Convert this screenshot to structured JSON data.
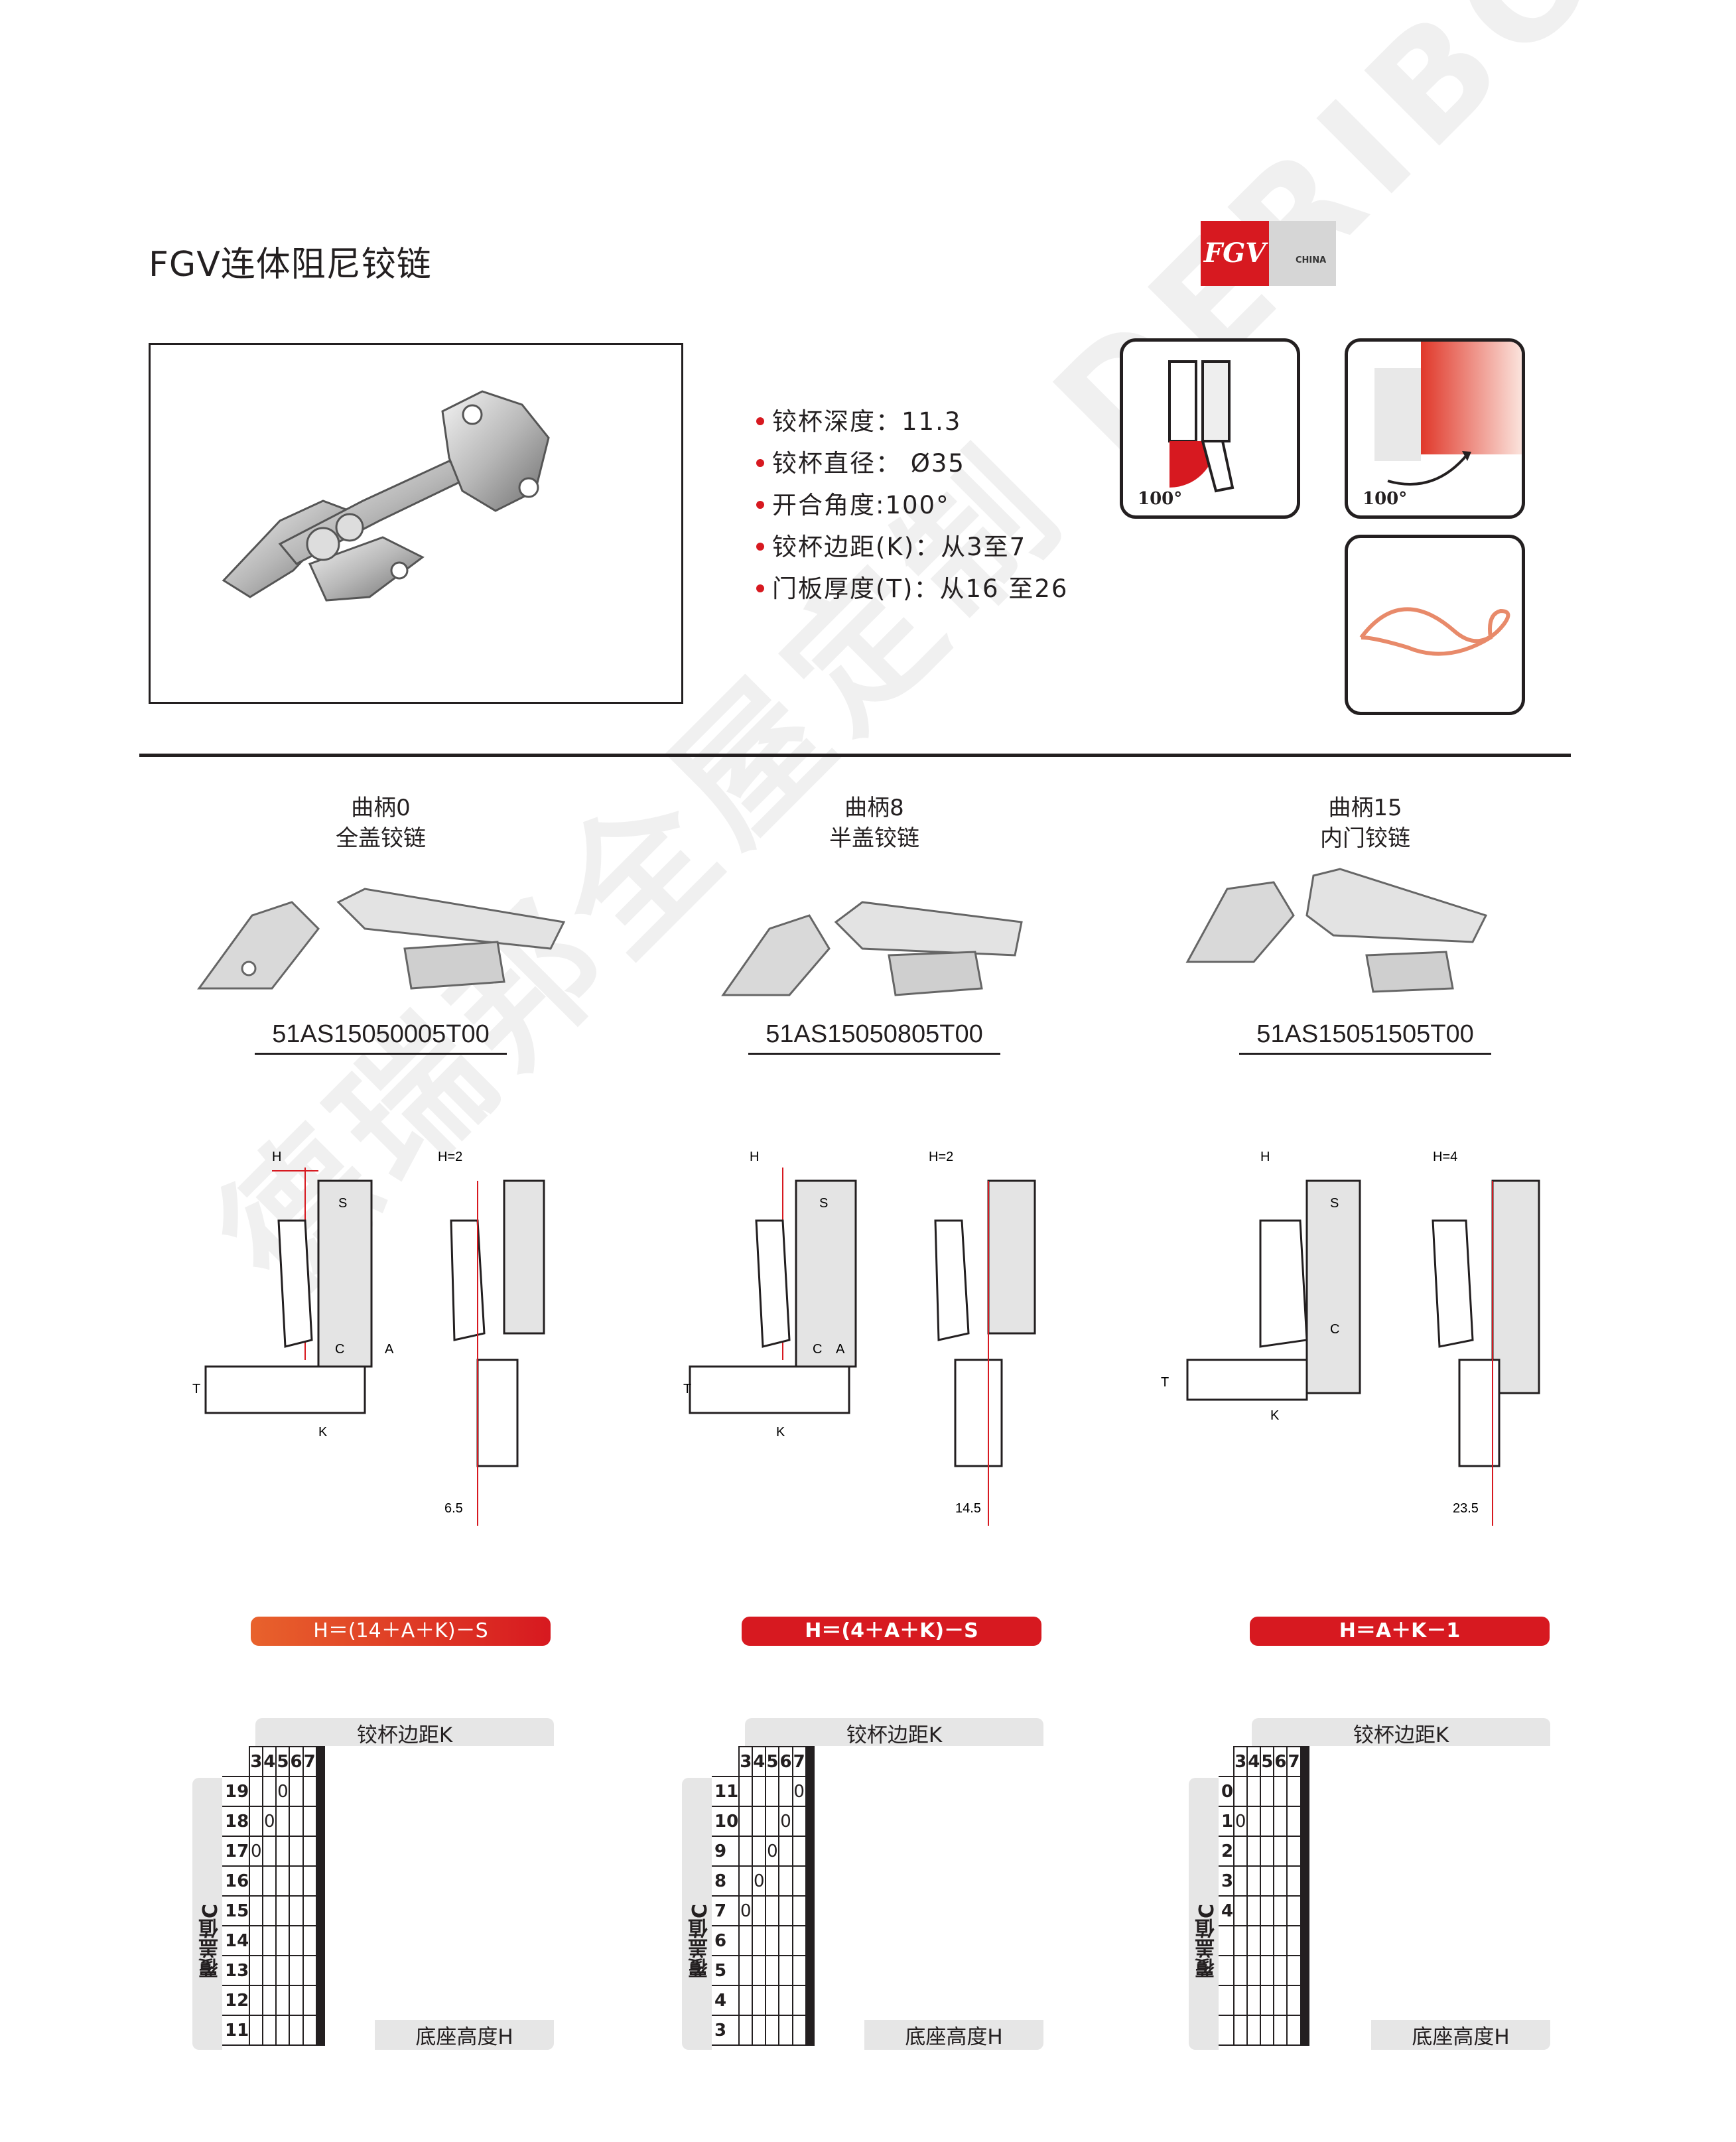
{
  "title": "FGV连体阻尼铰链",
  "logo": {
    "mark": "FGV",
    "country": "CHINA",
    "brand_color": "#d71920"
  },
  "specs": [
    "铰杯深度：11.3",
    "铰杯直径：  Ø35",
    "开合角度:100°",
    "铰杯边距(K)：从3至7",
    "门板厚度(T)：从16 至26"
  ],
  "icons": {
    "angle_label_1": "100°",
    "angle_label_2": "100°"
  },
  "watermark": "德瑞邦全屋定制 DERIBON",
  "products": [
    {
      "crank": "曲柄0",
      "type": "全盖铰链",
      "code": "51AS15050005T00",
      "formula": "H＝(14＋A＋K)－S",
      "diagram": {
        "h_left": "H",
        "h_right": "H=2",
        "dim": "6.5"
      }
    },
    {
      "crank": "曲柄8",
      "type": "半盖铰链",
      "code": "51AS15050805T00",
      "formula": "H＝(4＋A＋K)－S",
      "diagram": {
        "h_left": "H",
        "h_right": "H=2",
        "dim": "14.5"
      }
    },
    {
      "crank": "曲柄15",
      "type": "内门铰链",
      "code": "51AS15051505T00",
      "formula": "H＝A＋K－1",
      "diagram": {
        "h_left": "H",
        "h_right": "H=4",
        "dim": "23.5"
      }
    }
  ],
  "diagram_labels": {
    "s": "S",
    "c": "C",
    "a": "A",
    "t": "T",
    "k": "K"
  },
  "tables": [
    {
      "header": "铰杯边距K",
      "side": "覆盖值C",
      "footer": "底座高度H",
      "cols": [
        "3",
        "4",
        "5",
        "6",
        "7",
        "",
        "",
        "",
        "",
        "",
        ""
      ],
      "rows": [
        {
          "label": "19",
          "cells": [
            "",
            "",
            "0",
            "",
            "",
            "",
            "",
            "",
            "",
            "",
            ""
          ]
        },
        {
          "label": "18",
          "cells": [
            "",
            "0",
            "",
            "",
            "",
            "",
            "",
            "",
            "",
            "",
            ""
          ]
        },
        {
          "label": "17",
          "cells": [
            "0",
            "",
            "",
            "",
            "",
            "",
            "",
            "",
            "",
            "",
            ""
          ]
        },
        {
          "label": "16",
          "cells": [
            "",
            "",
            "",
            "",
            "",
            "",
            "",
            "",
            "",
            "",
            ""
          ]
        },
        {
          "label": "15",
          "cells": [
            "",
            "",
            "",
            "",
            "",
            "",
            "",
            "",
            "",
            "",
            ""
          ]
        },
        {
          "label": "14",
          "cells": [
            "",
            "",
            "",
            "",
            "",
            "",
            "",
            "",
            "",
            "",
            ""
          ]
        },
        {
          "label": "13",
          "cells": [
            "",
            "",
            "",
            "",
            "",
            "",
            "",
            "",
            "",
            "",
            ""
          ]
        },
        {
          "label": "12",
          "cells": [
            "",
            "",
            "",
            "",
            "",
            "",
            "",
            "",
            "",
            "",
            ""
          ]
        },
        {
          "label": "11",
          "cells": [
            "",
            "",
            "",
            "",
            "",
            "",
            "",
            "",
            "",
            "",
            ""
          ]
        }
      ]
    },
    {
      "header": "铰杯边距K",
      "side": "覆盖值C",
      "footer": "底座高度H",
      "cols": [
        "3",
        "4",
        "5",
        "6",
        "7",
        "",
        "",
        "",
        "",
        "",
        ""
      ],
      "rows": [
        {
          "label": "11",
          "cells": [
            "",
            "",
            "",
            "",
            "0",
            "",
            "",
            "",
            "",
            "",
            ""
          ]
        },
        {
          "label": "10",
          "cells": [
            "",
            "",
            "",
            "0",
            "",
            "",
            "",
            "",
            "",
            "",
            ""
          ]
        },
        {
          "label": "9",
          "cells": [
            "",
            "",
            "0",
            "",
            "",
            "",
            "",
            "",
            "",
            "",
            ""
          ]
        },
        {
          "label": "8",
          "cells": [
            "",
            "0",
            "",
            "",
            "",
            "",
            "",
            "",
            "",
            "",
            ""
          ]
        },
        {
          "label": "7",
          "cells": [
            "0",
            "",
            "",
            "",
            "",
            "",
            "",
            "",
            "",
            "",
            ""
          ]
        },
        {
          "label": "6",
          "cells": [
            "",
            "",
            "",
            "",
            "",
            "",
            "",
            "",
            "",
            "",
            ""
          ]
        },
        {
          "label": "5",
          "cells": [
            "",
            "",
            "",
            "",
            "",
            "",
            "",
            "",
            "",
            "",
            ""
          ]
        },
        {
          "label": "4",
          "cells": [
            "",
            "",
            "",
            "",
            "",
            "",
            "",
            "",
            "",
            "",
            ""
          ]
        },
        {
          "label": "3",
          "cells": [
            "",
            "",
            "",
            "",
            "",
            "",
            "",
            "",
            "",
            "",
            ""
          ]
        }
      ]
    },
    {
      "header": "铰杯边距K",
      "side": "覆盖值C",
      "footer": "底座高度H",
      "cols": [
        "3",
        "4",
        "5",
        "6",
        "7",
        "",
        "",
        "",
        "",
        "",
        ""
      ],
      "rows": [
        {
          "label": "0",
          "cells": [
            "",
            "",
            "",
            "",
            "",
            "",
            "",
            "",
            "",
            "",
            ""
          ]
        },
        {
          "label": "1",
          "cells": [
            "0",
            "",
            "",
            "",
            "",
            "",
            "",
            "",
            "",
            "",
            ""
          ]
        },
        {
          "label": "2",
          "cells": [
            "",
            "",
            "",
            "",
            "",
            "",
            "",
            "",
            "",
            "",
            ""
          ]
        },
        {
          "label": "3",
          "cells": [
            "",
            "",
            "",
            "",
            "",
            "",
            "",
            "",
            "",
            "",
            ""
          ]
        },
        {
          "label": "4",
          "cells": [
            "",
            "",
            "",
            "",
            "",
            "",
            "",
            "",
            "",
            "",
            ""
          ]
        },
        {
          "label": "",
          "cells": [
            "",
            "",
            "",
            "",
            "",
            "",
            "",
            "",
            "",
            "",
            ""
          ]
        },
        {
          "label": "",
          "cells": [
            "",
            "",
            "",
            "",
            "",
            "",
            "",
            "",
            "",
            "",
            ""
          ]
        },
        {
          "label": "",
          "cells": [
            "",
            "",
            "",
            "",
            "",
            "",
            "",
            "",
            "",
            "",
            ""
          ]
        },
        {
          "label": "",
          "cells": [
            "",
            "",
            "",
            "",
            "",
            "",
            "",
            "",
            "",
            "",
            ""
          ]
        }
      ]
    }
  ]
}
